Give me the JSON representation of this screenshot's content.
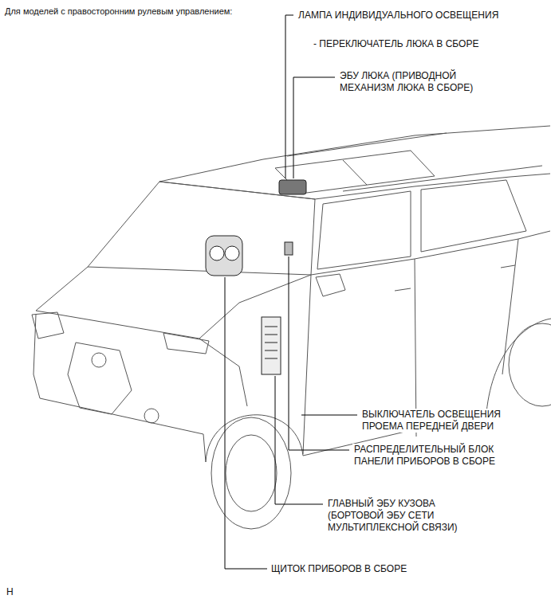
{
  "diagram": {
    "title": "Для моделей с правосторонним рулевым управлением:",
    "labels": [
      "ЛАМПА ИНДИВИДУАЛЬНОГО ОСВЕЩЕНИЯ",
      "- ПЕРЕКЛЮЧАТЕЛЬ ЛЮКА В СБОРЕ",
      "ЭБУ ЛЮКА (ПРИВОДНОЙ МЕХАНИЗМ ЛЮКА В СБОРЕ)",
      "ВЫКЛЮЧАТЕЛЬ ОСВЕЩЕНИЯ ПРОЕМА ПЕРЕДНЕЙ ДВЕРИ",
      "РАСПРЕДЕЛИТЕЛЬНЫЙ БЛОК ПАНЕЛИ ПРИБОРОВ В СБОРЕ",
      "ГЛАВНЫЙ ЭБУ КУЗОВА (БОРТОВОЙ ЭБУ СЕТИ МУЛЬТИПЛЕКСНОЙ СВЯЗИ)",
      "ЩИТОК ПРИБОРОВ В СБОРЕ",
      "H"
    ]
  }
}
